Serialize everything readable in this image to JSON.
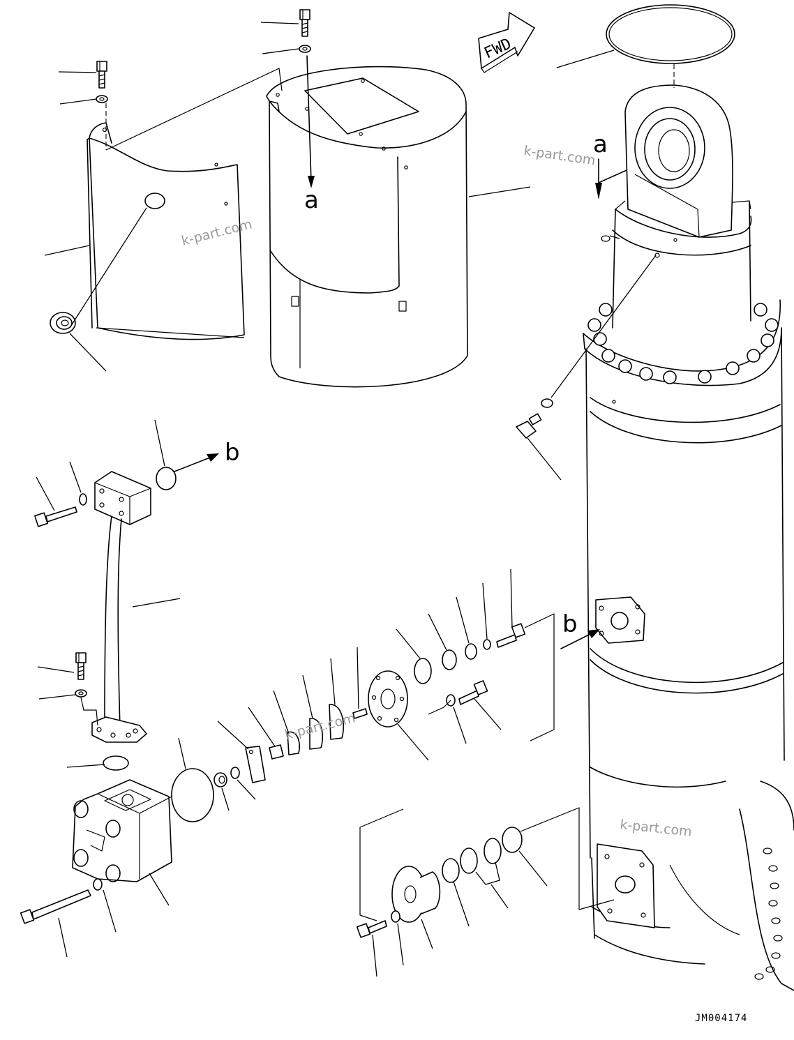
{
  "labels": {
    "fwd": "FWD",
    "view_a_top": "a",
    "view_a_right": "a",
    "view_b_left": "b",
    "view_b_right": "b"
  },
  "watermarks": [
    "k-part.com",
    "k-part.com",
    "k-part.com",
    "k-part.com"
  ],
  "drawing_code": "JM004174"
}
